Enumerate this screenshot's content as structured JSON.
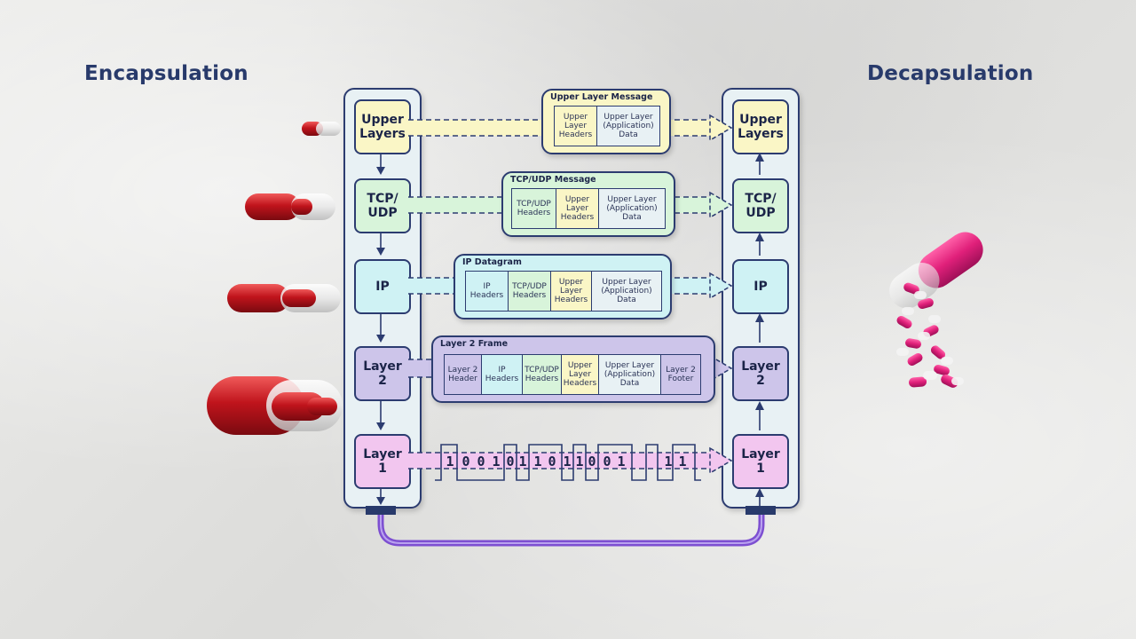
{
  "titles": {
    "left": "Encapsulation",
    "right": "Decapsulation"
  },
  "layers": [
    {
      "label": "Upper\nLayers",
      "color": "#faf6c6"
    },
    {
      "label": "TCP/\nUDP",
      "color": "#d8f4da"
    },
    {
      "label": "IP",
      "color": "#cff2f4"
    },
    {
      "label": "Layer\n2",
      "color": "#cdc5ea"
    },
    {
      "label": "Layer\n1",
      "color": "#f2c6ef"
    }
  ],
  "frames": {
    "upper": {
      "title": "Upper Layer Message",
      "cells": [
        "Upper\nLayer\nHeaders",
        "Upper Layer\n(Application)\nData"
      ]
    },
    "tcp": {
      "title": "TCP/UDP Message",
      "cells": [
        "TCP/UDP\nHeaders",
        "Upper\nLayer\nHeaders",
        "Upper Layer\n(Application)\nData"
      ]
    },
    "ip": {
      "title": "IP Datagram",
      "cells": [
        "IP\nHeaders",
        "TCP/UDP\nHeaders",
        "Upper\nLayer\nHeaders",
        "Upper Layer\n(Application)\nData"
      ]
    },
    "l2": {
      "title": "Layer 2 Frame",
      "cells": [
        "Layer 2\nHeader",
        "IP\nHeaders",
        "TCP/UDP\nHeaders",
        "Upper\nLayer\nHeaders",
        "Upper Layer\n(Application)\nData",
        "Layer 2\nFooter"
      ]
    }
  },
  "bits": [
    "1",
    "0",
    "0",
    "1",
    "0",
    "1",
    "1",
    "0",
    "1",
    "1",
    "0",
    "0",
    "1",
    "1",
    "1"
  ],
  "colors": {
    "outline": "#2c3c70",
    "upper": "#faf6c6",
    "tcp": "#d8f4da",
    "ip": "#cff2f4",
    "l2": "#cdc5ea",
    "l1": "#f2c6ef",
    "cable": "#7d4fd1",
    "pill_red": "#c0141c",
    "pill_pink": "#e0207a"
  },
  "icons": [
    "capsule-icon",
    "spilling-capsule-icon"
  ]
}
